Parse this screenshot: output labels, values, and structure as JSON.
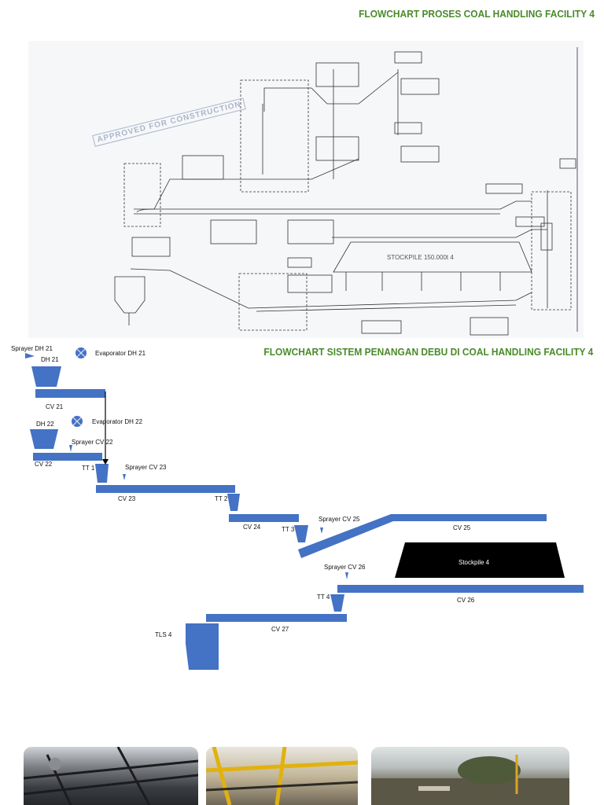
{
  "titles": {
    "process": "FLOWCHART PROSES COAL HANDLING FACILITY 4",
    "dust": "FLOWCHART SISTEM PENANGAN DEBU DI COAL HANDLING FACILITY 4"
  },
  "engineering_drawing": {
    "stamp": "APPROVED FOR CONSTRUCTION",
    "stockpile_label": "STOCKPILE 150.000t 4"
  },
  "labels": {
    "sprayer_dh21": "Sprayer DH 21",
    "evaporator_dh21": "Evaporator DH 21",
    "dh21": "DH 21",
    "cv21": "CV 21",
    "evaporator_dh22": "Evaporator DH 22",
    "dh22": "DH 22",
    "sprayer_cv22": "Sprayer CV 22",
    "cv22": "CV 22",
    "tt1": "TT 1",
    "sprayer_cv23": "Sprayer CV 23",
    "cv23": "CV 23",
    "tt2": "TT 2",
    "cv24": "CV 24",
    "sprayer_cv25": "Sprayer CV 25",
    "tt3": "TT 3",
    "cv25": "CV 25",
    "stockpile4": "Stockpile 4",
    "sprayer_cv26": "Sprayer CV 26",
    "tt4": "TT 4",
    "cv26": "CV 26",
    "cv27": "CV 27",
    "tls4": "TLS 4"
  },
  "colors": {
    "title": "#4a8a2a",
    "equipment": "#4472c4",
    "stockpile": "#000000"
  }
}
